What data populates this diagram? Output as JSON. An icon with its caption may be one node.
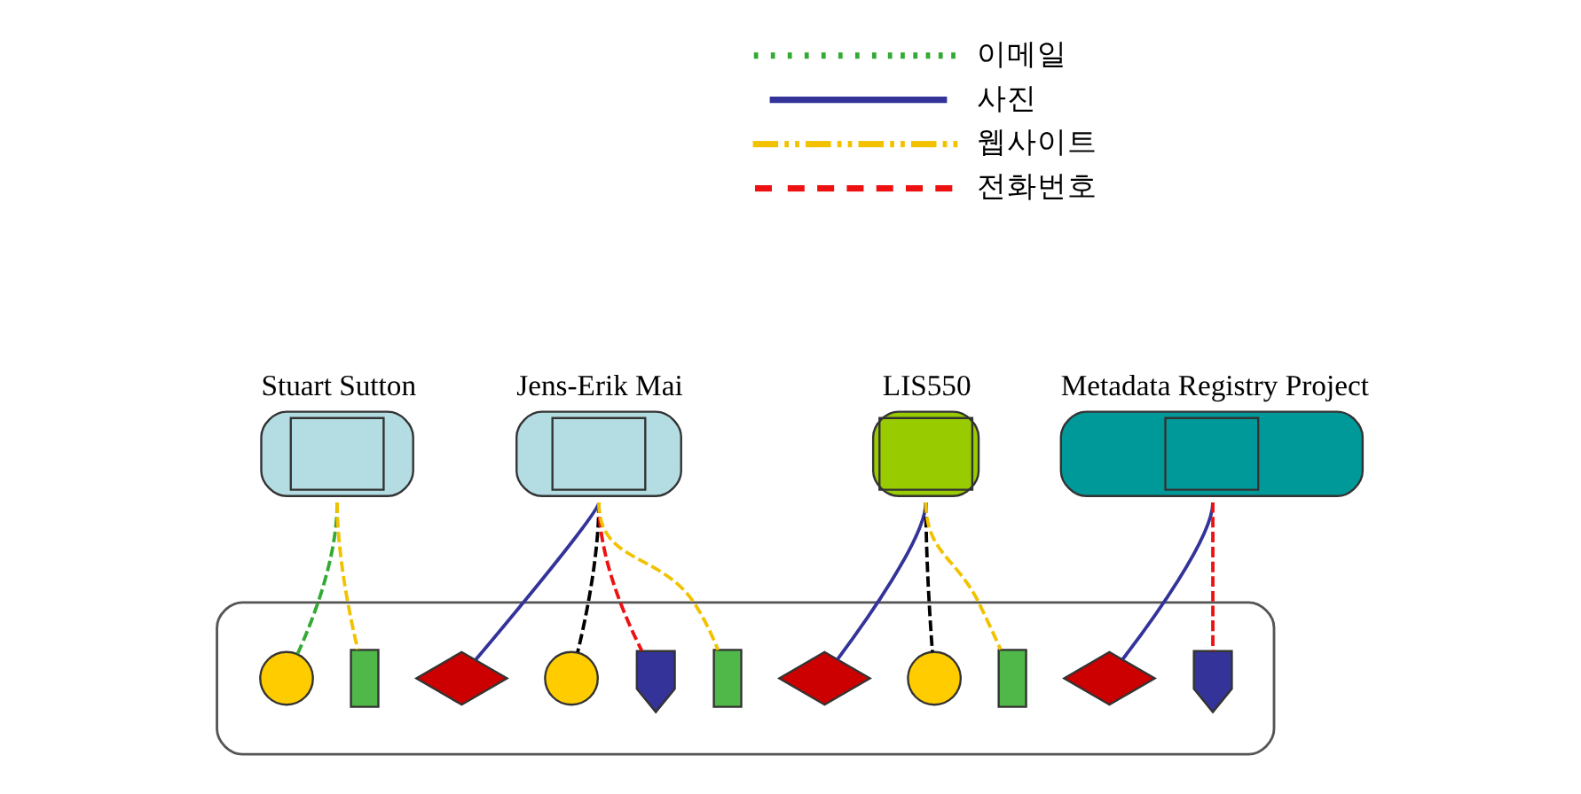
{
  "diagram": {
    "nodes": [
      {
        "text": [
          "Stuart Sutton"
        ]
      },
      {
        "text": [
          "Jens-Erik Mai"
        ]
      },
      {
        "text": [
          "LIS550"
        ]
      },
      {
        "text": [
          "Metadata Registry Project"
        ]
      },
      {
        "text": [],
        "shape": "ellipse"
      },
      {
        "text": [],
        "shape": "circle",
        "in": 4
      },
      {
        "text": [],
        "shape": "box",
        "in": 4
      },
      {
        "text": [],
        "shape": "diamond",
        "in": 4
      },
      {
        "text": [],
        "shape": "circle",
        "in": 4
      },
      {
        "text": [],
        "shape": "pentagon",
        "in": 4
      },
      {
        "text": [],
        "shape": "box",
        "in": 4
      },
      {
        "text": [],
        "shape": "diamond",
        "in": 4
      },
      {
        "text": [],
        "shape": "circle",
        "in": 4
      },
      {
        "text": [],
        "shape": "box",
        "in": 4
      },
      {
        "text": [],
        "shape": "diamond",
        "in": 4
      },
      {
        "text": [],
        "shape": "pentagon",
        "in": 4
      }
    ],
    "edges": [
      {
        "from": 0,
        "to": 5,
        "arrow": "none",
        "style": "dashed",
        "color": "#33aa33"
      },
      {
        "from": 0,
        "to": 6,
        "arrow": "none",
        "style": "dashed",
        "color": "#f2c200"
      },
      {
        "from": 1,
        "to": 7,
        "arrow": "none",
        "color": "#333399"
      },
      {
        "from": 1,
        "to": 8,
        "arrow": "none",
        "style": "dashed",
        "color": "#000000"
      },
      {
        "from": 1,
        "to": 9,
        "arrow": "none",
        "style": "dashed",
        "color": "#ee1111"
      },
      {
        "from": 1,
        "to": 10,
        "arrow": "none",
        "style": "dashed",
        "color": "#f2c200"
      },
      {
        "from": 2,
        "to": 11,
        "arrow": "none",
        "color": "#333399"
      },
      {
        "from": 2,
        "to": 12,
        "arrow": "none",
        "style": "dashed",
        "color": "#000000"
      },
      {
        "from": 2,
        "to": 13,
        "arrow": "none",
        "style": "dashed",
        "color": "#f2c200"
      },
      {
        "from": 3,
        "to": 14,
        "arrow": "none",
        "color": "#333399"
      },
      {
        "from": 3,
        "to": 15,
        "arrow": "none",
        "style": "dashed",
        "color": "#ee1111"
      }
    ],
    "legend": [
      {
        "text": "이메일"
      },
      {
        "text": "사진"
      },
      {
        "text": "웹사이트"
      },
      {
        "text": "전화번호"
      }
    ]
  }
}
